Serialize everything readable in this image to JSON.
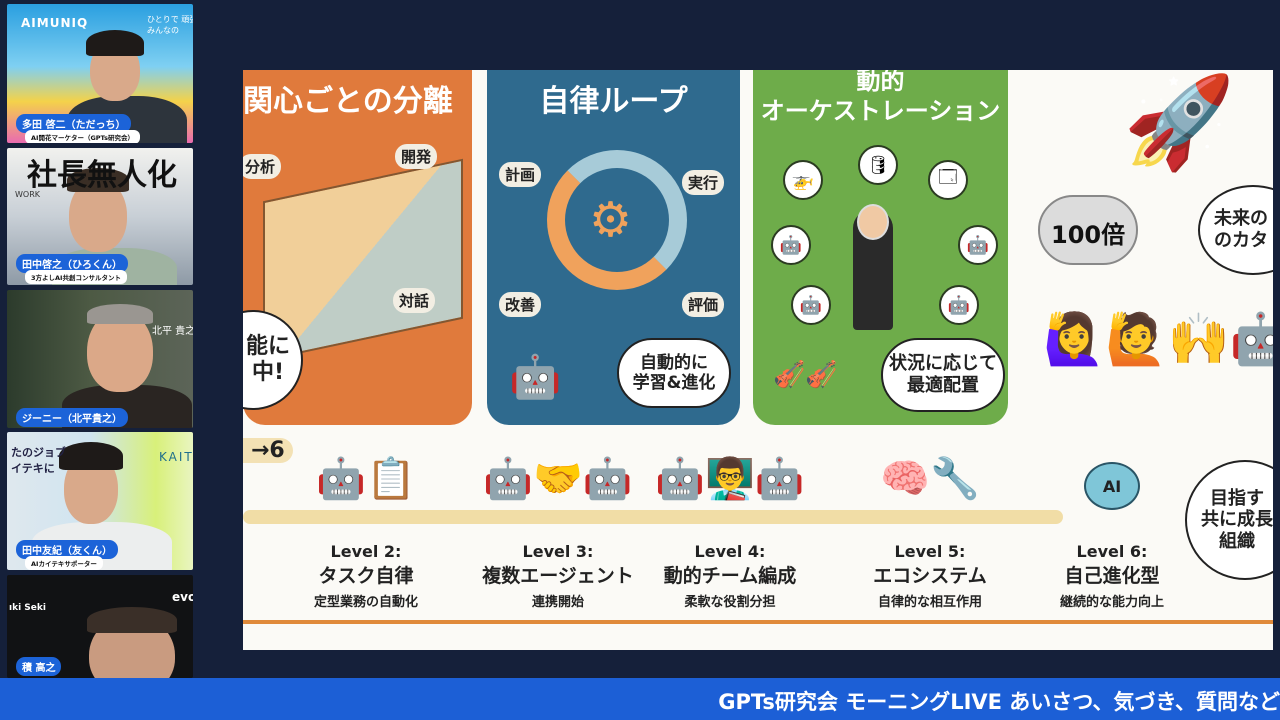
{
  "participants": [
    {
      "name": "多田 啓二（ただっち）",
      "role": "AI開花マーケター（GPTs研究会）",
      "background_text": "AIMUNIQ",
      "background_sub": "ひとりで 頑張\nみんなの"
    },
    {
      "name": "田中啓之（ひろくん）",
      "role": "3方よしAI共創コンサルタント",
      "background_text": "社長無人化",
      "background_sub": "WORK"
    },
    {
      "name": "ジーニー（北平貴之）",
      "role": "",
      "background_text": "北平 貴之"
    },
    {
      "name": "田中友紀（友くん）",
      "role": "AIカイテキサポーター",
      "background_text": "KAITE",
      "background_sub": "たのジョブ\nイテキに"
    },
    {
      "name": "積 高之",
      "role": "",
      "background_text": "evol",
      "background_sub": "ıki Seki"
    }
  ],
  "slide": {
    "panels": [
      {
        "title": "関心ごとの分離",
        "tags": [
          "分析",
          "開発",
          "対話"
        ],
        "bubble": "能に\n中!",
        "color": "#e07a3c"
      },
      {
        "title": "自律ループ",
        "tags": [
          "計画",
          "実行",
          "評価",
          "改善"
        ],
        "bubble": "自動的に\n学習&進化",
        "color": "#2f6a8e"
      },
      {
        "title": "動的\nオーケストレーション",
        "bubble": "状況に応じて\n最適配置",
        "color": "#6eac4a"
      },
      {
        "cloud": "100倍",
        "bubble": "未来の\nのカタ"
      }
    ],
    "arrow_label": "→6",
    "levels": [
      {
        "label": "Level 2:",
        "title": "タスク自律",
        "desc": "定型業務の自動化"
      },
      {
        "label": "Level 3:",
        "title": "複数エージェント",
        "desc": "連携開始"
      },
      {
        "label": "Level 4:",
        "title": "動的チーム編成",
        "desc": "柔軟な役割分担"
      },
      {
        "label": "Level 5:",
        "title": "エコシステム",
        "desc": "自律的な相互作用"
      },
      {
        "label": "Level 6:",
        "title": "自己進化型",
        "desc": "継続的な能力向上"
      }
    ],
    "end_bubble": "目指す\n共に成長\n組織",
    "ai_icon_label": "AI"
  },
  "banner": {
    "text": "GPTs研究会 モーニングLIVE あいさつ、気づき、質問など"
  }
}
